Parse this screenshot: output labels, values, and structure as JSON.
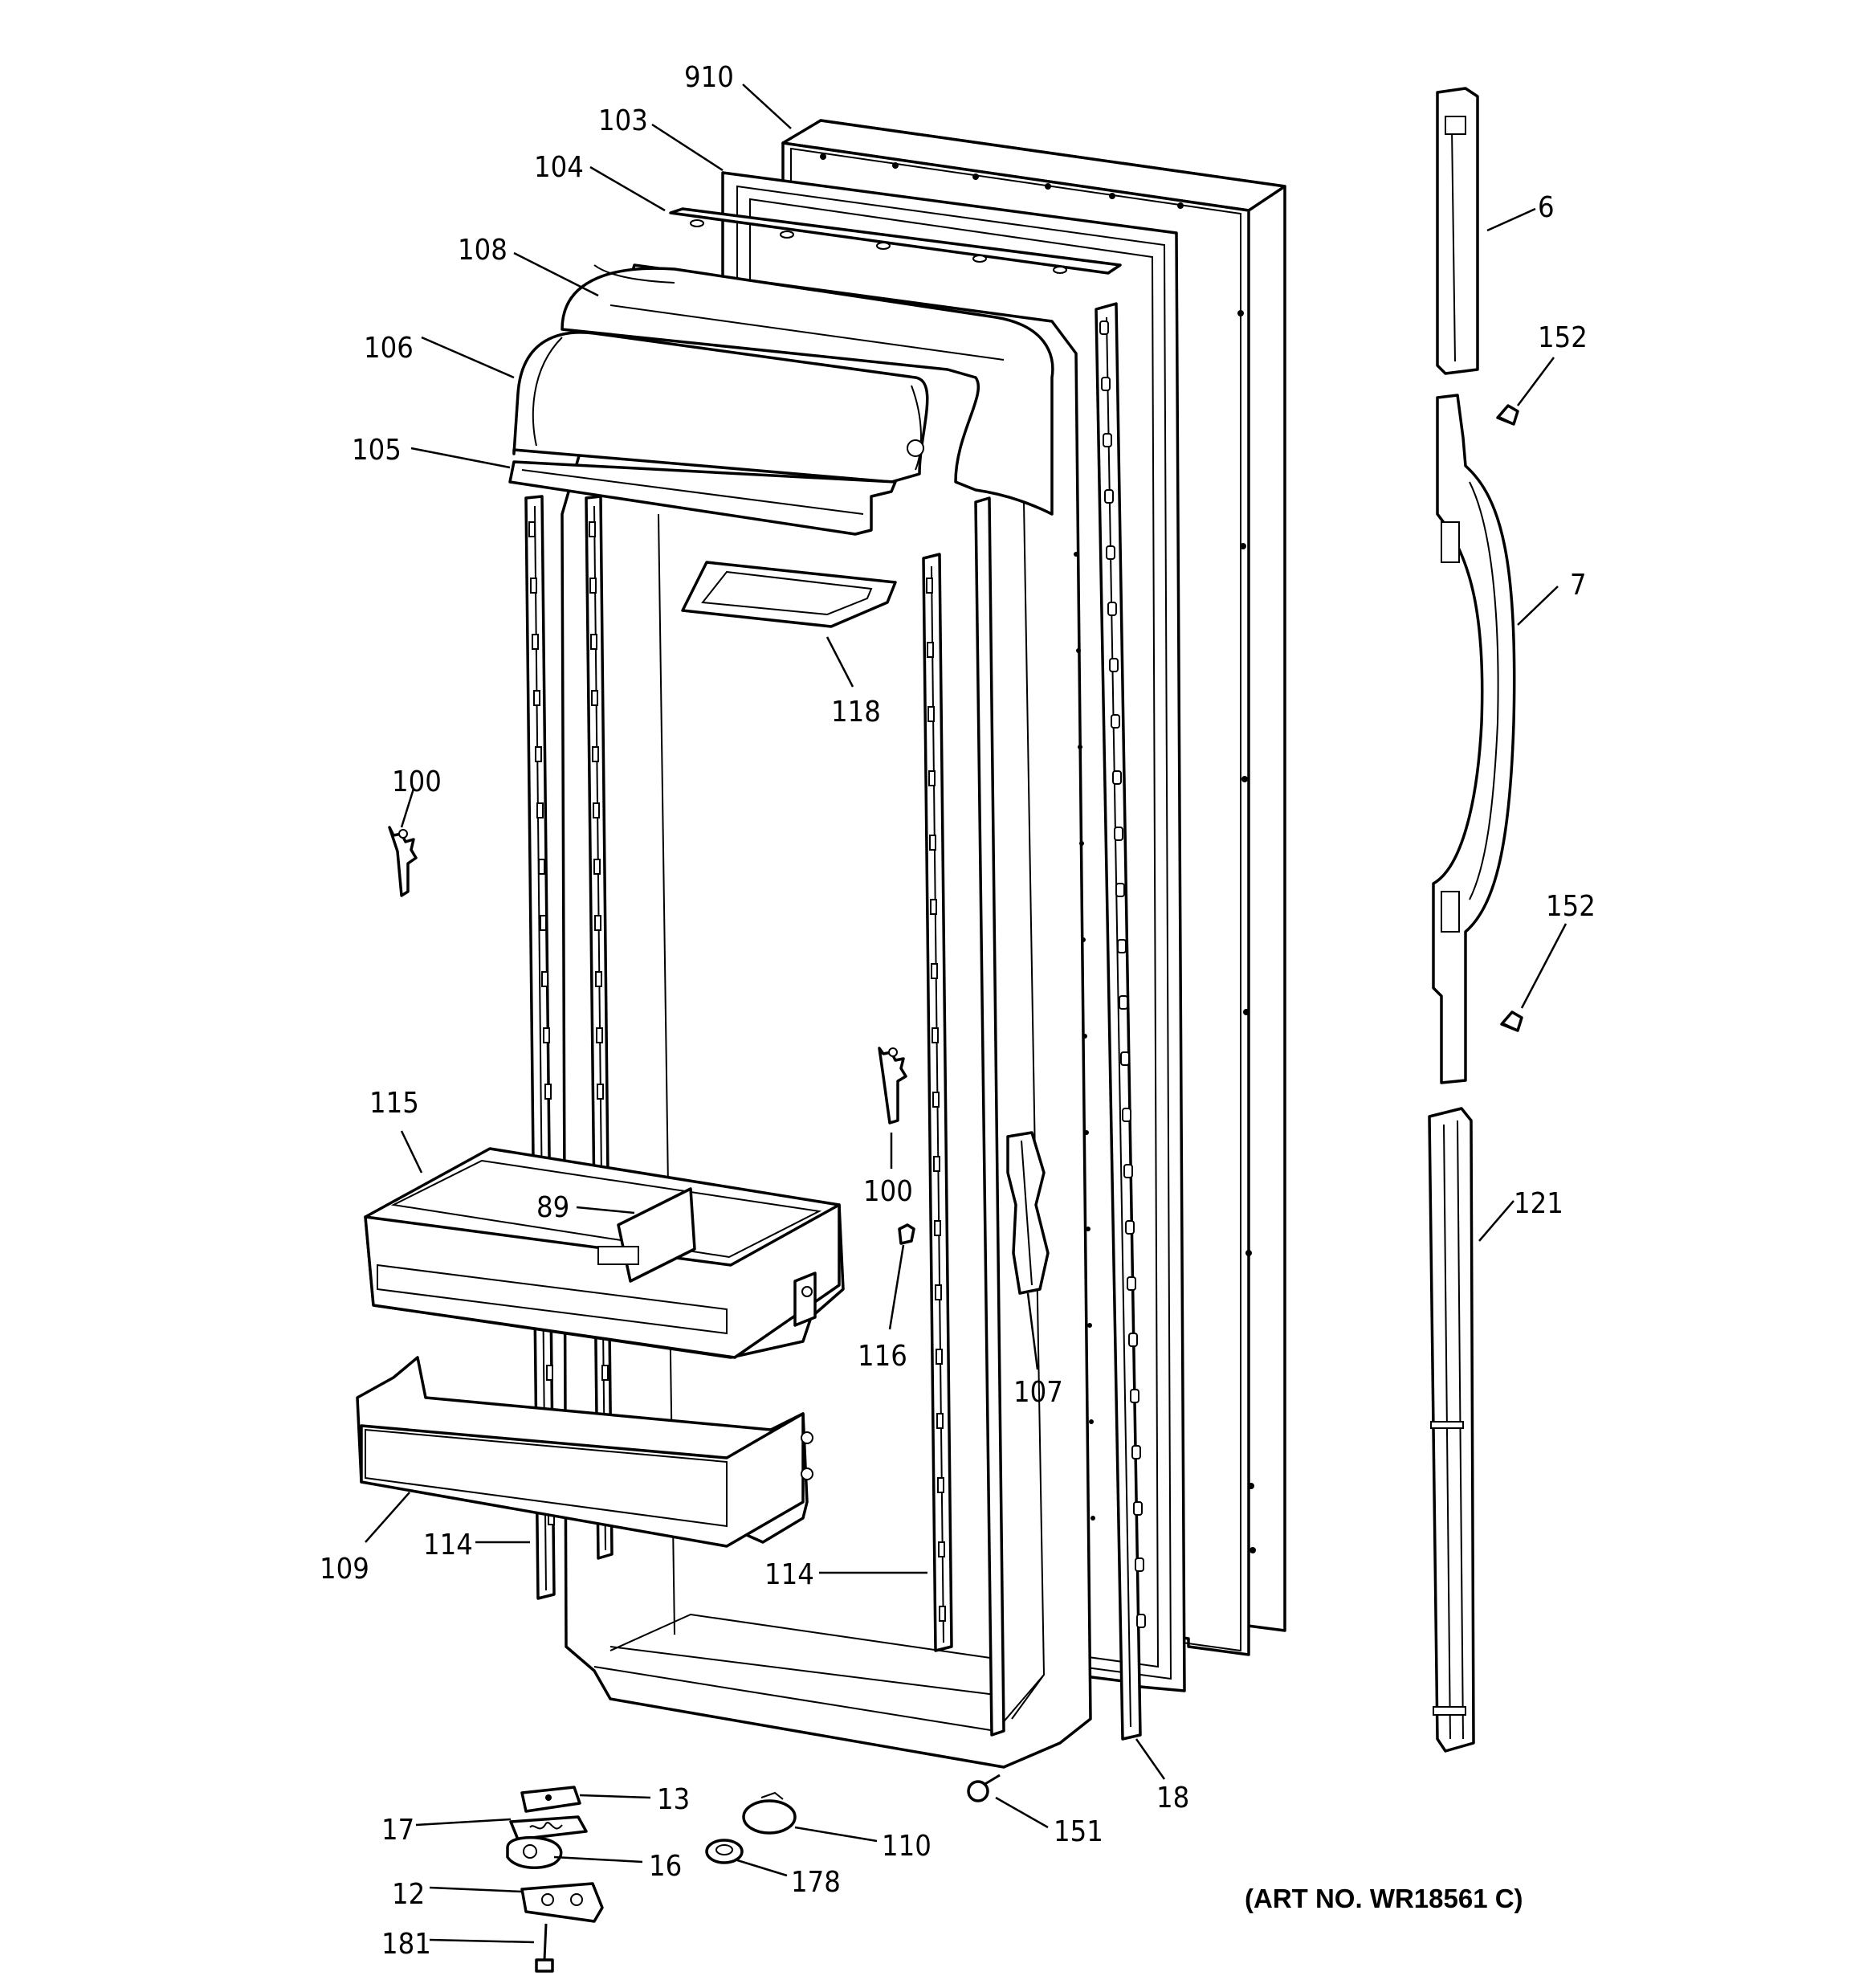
{
  "parts": [
    {
      "id": "p910",
      "label": "910"
    },
    {
      "id": "p103",
      "label": "103"
    },
    {
      "id": "p104",
      "label": "104"
    },
    {
      "id": "p108",
      "label": "108"
    },
    {
      "id": "p106",
      "label": "106"
    },
    {
      "id": "p105",
      "label": "105"
    },
    {
      "id": "p118",
      "label": "118"
    },
    {
      "id": "p100a",
      "label": "100"
    },
    {
      "id": "p100b",
      "label": "100"
    },
    {
      "id": "p115",
      "label": "115"
    },
    {
      "id": "p89",
      "label": "89"
    },
    {
      "id": "p116",
      "label": "116"
    },
    {
      "id": "p107",
      "label": "107"
    },
    {
      "id": "p109",
      "label": "109"
    },
    {
      "id": "p114a",
      "label": "114"
    },
    {
      "id": "p114b",
      "label": "114"
    },
    {
      "id": "p6",
      "label": "6"
    },
    {
      "id": "p152a",
      "label": "152"
    },
    {
      "id": "p7",
      "label": "7"
    },
    {
      "id": "p152b",
      "label": "152"
    },
    {
      "id": "p121",
      "label": "121"
    },
    {
      "id": "p13",
      "label": "13"
    },
    {
      "id": "p17",
      "label": "17"
    },
    {
      "id": "p16",
      "label": "16"
    },
    {
      "id": "p12",
      "label": "12"
    },
    {
      "id": "p181",
      "label": "181"
    },
    {
      "id": "p110",
      "label": "110"
    },
    {
      "id": "p178",
      "label": "178"
    },
    {
      "id": "p151",
      "label": "151"
    },
    {
      "id": "p18",
      "label": "18"
    }
  ],
  "art_number": "(ART NO. WR18561 C)"
}
